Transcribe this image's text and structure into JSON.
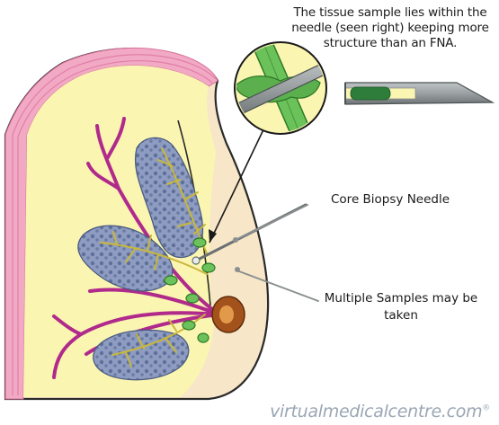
{
  "captions": {
    "tissue_sample": "The tissue sample lies within the needle (seen right) keeping more structure than an FNA.",
    "needle": "Core Biopsy Needle",
    "multiple_samples": "Multiple Samples may be taken"
  },
  "watermark": {
    "text": "virtualmedicalcentre.com",
    "mark": "®"
  },
  "colors": {
    "skin": "#f7e6c8",
    "fat": "#fbf5b2",
    "duct": "#b02a8c",
    "lobule": "#6e7fa8",
    "lobule_branch": "#c9b83a",
    "sample_green": "#6cc25a",
    "needle_grey": "#8f9596",
    "nipple": "#a4521c",
    "watermark": "#9aa6b4"
  }
}
